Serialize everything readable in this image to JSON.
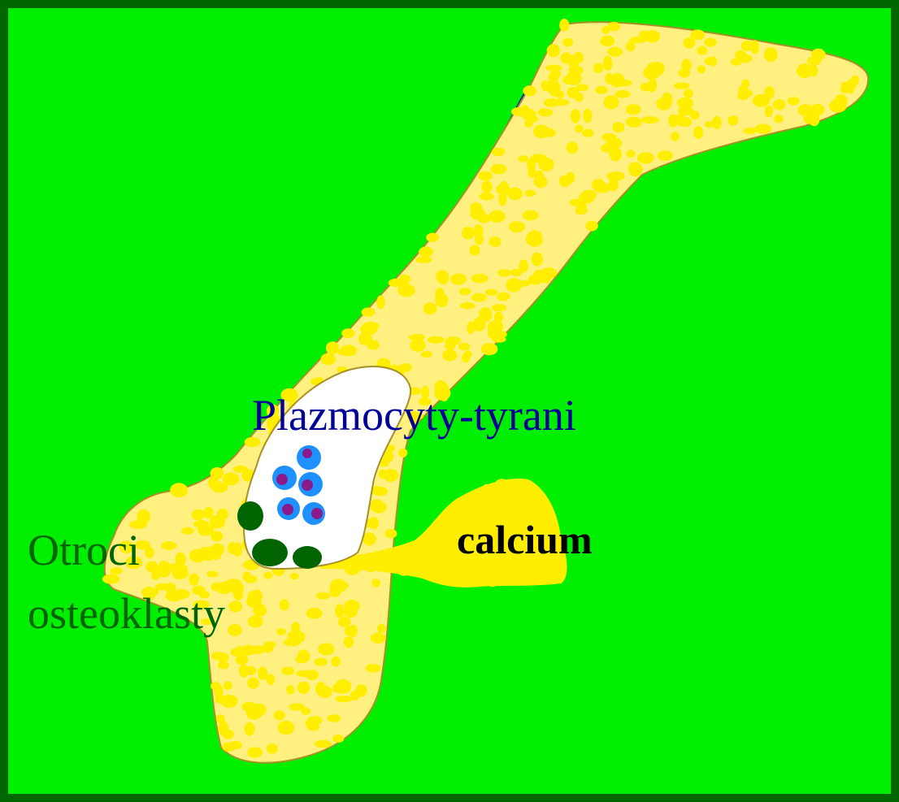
{
  "labels": {
    "plasma_cells": "Plazmocyty-tyrani",
    "calcium": "calcium",
    "osteoclasts_line1": "Otroci",
    "osteoclasts_line2": "osteoklasty"
  },
  "colors": {
    "background": "#00ee00",
    "border": "#006600",
    "bone": "#fff080",
    "bone_outline": "#a89028",
    "bone_dots": "#ffee00",
    "marrow": "#ffffff",
    "plasma_cell": "#1e90ff",
    "plasma_nucleus": "#8b1a8b",
    "osteoclast": "#006400",
    "periosteum": "#0000cc",
    "plasma_text": "#000099",
    "osteoclast_text": "#006400",
    "calcium_text": "#000000"
  }
}
